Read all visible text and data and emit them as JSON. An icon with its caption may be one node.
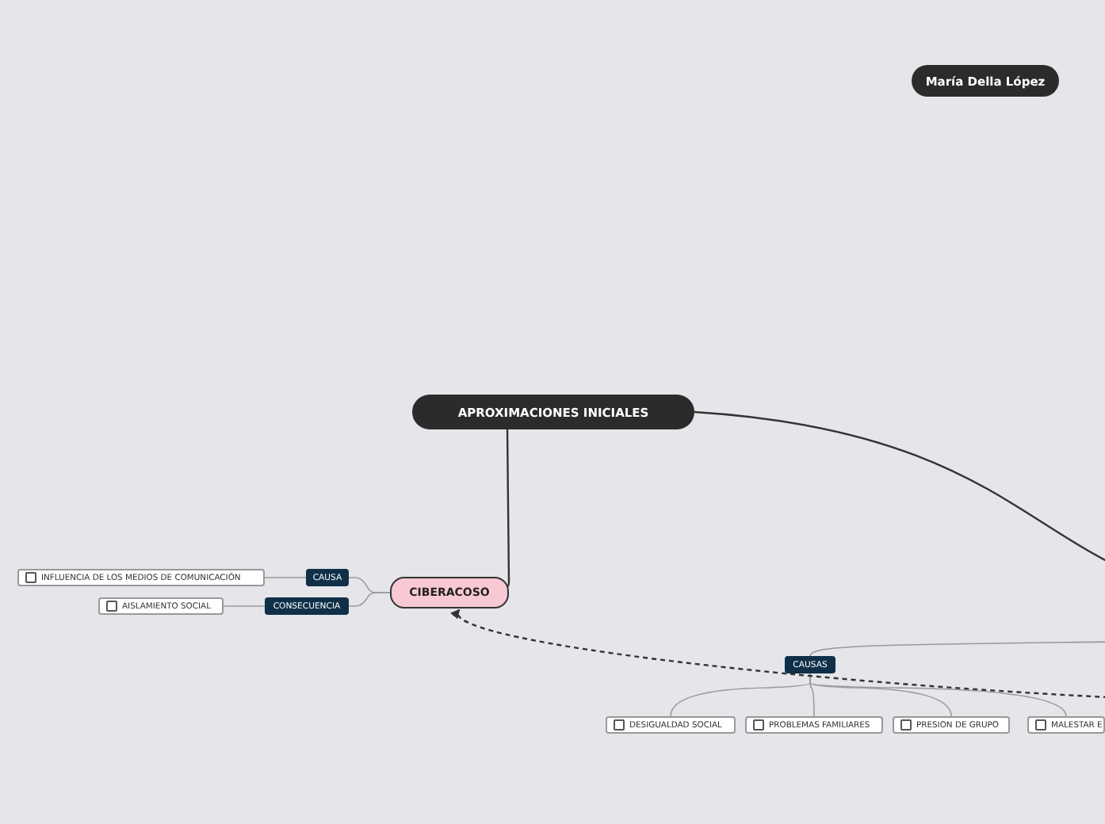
{
  "diagram": {
    "nodes": [
      {
        "text": [
          "María Della López"
        ]
      },
      {
        "text": [
          "APROXIMACIONES INICIALES"
        ]
      },
      {
        "text": [
          "CIBERACOSO"
        ]
      },
      {
        "text": [
          "CAUSA"
        ]
      },
      {
        "text": [
          "CONSECUENCIA"
        ]
      },
      {
        "text": [
          "INFLUENCIA DE LOS MEDIOS DE COMUNICACIÓN"
        ]
      },
      {
        "text": [
          "AISLAMIENTO SOCIAL"
        ]
      },
      {
        "text": [
          "CAUSAS"
        ]
      },
      {
        "text": [
          "DESIGUALDAD SOCIAL"
        ]
      },
      {
        "text": [
          "PROBLEMAS FAMILIARES"
        ]
      },
      {
        "text": [
          "PRESION DE GRUPO"
        ]
      },
      {
        "text": [
          "MALESTAR E"
        ]
      }
    ],
    "edges": [
      {
        "from": 1,
        "to": 2,
        "arrow": "none",
        "color": "#333333"
      },
      {
        "from": 1,
        "to": null,
        "arrow": "none",
        "color": "#333333"
      },
      {
        "from": 2,
        "to": 3,
        "arrow": "none"
      },
      {
        "from": 2,
        "to": 4,
        "arrow": "none"
      },
      {
        "from": 3,
        "to": 5,
        "arrow": "none"
      },
      {
        "from": 4,
        "to": 6,
        "arrow": "none"
      },
      {
        "from": null,
        "to": 7,
        "arrow": "none"
      },
      {
        "from": 7,
        "to": 8,
        "arrow": "none"
      },
      {
        "from": 7,
        "to": 9,
        "arrow": "none"
      },
      {
        "from": 7,
        "to": 10,
        "arrow": "none"
      },
      {
        "from": 7,
        "to": 11,
        "arrow": "none"
      },
      {
        "from": null,
        "to": 2,
        "arrow": "to",
        "style": "dashed",
        "color": "#333333"
      }
    ]
  }
}
